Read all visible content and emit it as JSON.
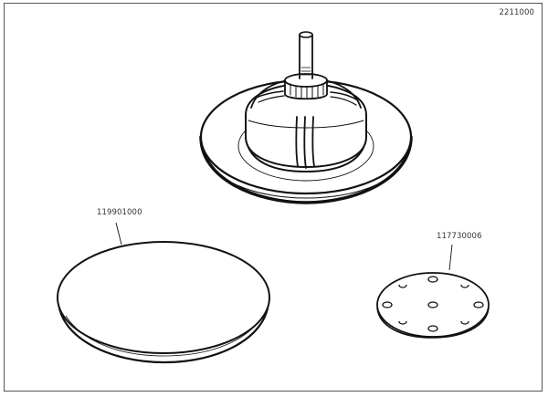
{
  "drawing": {
    "drawing_number": "2211000",
    "parts": [
      {
        "id": "backing-pad-holder",
        "label": ""
      },
      {
        "id": "sanding-disc",
        "label": "119901000"
      },
      {
        "id": "perforated-pad",
        "label": "117730006"
      }
    ]
  },
  "colors": {
    "line": "#111111",
    "frame": "#555555",
    "text": "#333333",
    "background": "#ffffff"
  }
}
